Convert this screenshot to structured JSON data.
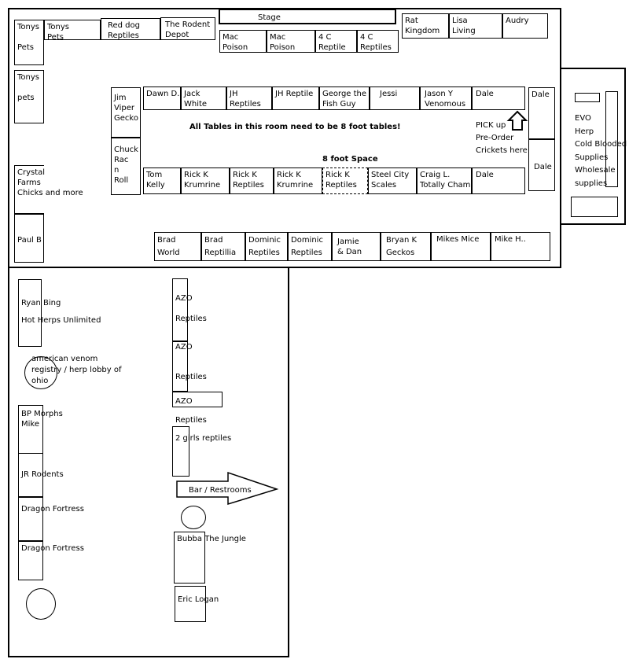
{
  "map": {
    "stage": "Stage",
    "note_tables": "All Tables in this room need to be 8 foot tables!",
    "note_space": "8 foot Space",
    "note_pickup": "PICK up\nPre-Order\nCrickets here",
    "bar_label": "Bar / Restrooms",
    "top_row": [
      "Tonys\nPets",
      "Red dog\nReptiles",
      "The Rodent\nDepot",
      "Mac\nPoison",
      "Mac\nPoison",
      "4 C\nReptile",
      "4 C\nReptiles"
    ],
    "rat_kingdom": "Rat\nKingdom",
    "lisa_living": "Lisa\nLiving\nEarth/\nRasp",
    "audry": "Audry",
    "left_wall": [
      "Tonys\n\nPets",
      "Tonys\n\npets",
      "Crystal\nFarms\nChicks and more",
      "Paul B"
    ],
    "center_left": [
      "Jim\nViper\nGecko",
      "Chuck\nRac\nn\nRoll"
    ],
    "row_a": [
      "Dawn D.",
      "Jack\nWhite",
      "JH Reptiles",
      "JH Reptile",
      "George the\nFish Guy",
      "Jessi",
      "Jason Y\nVenomous",
      "Dale"
    ],
    "row_b": [
      "Tom\nKelly",
      "Rick K\n       Krumrine",
      "Rick K\nReptiles",
      "Rick K\n       Krumrine",
      "Rick K\nReptiles",
      "Steel City\nScales",
      "Craig L.\nTotally Cham",
      "Dale"
    ],
    "dale_right": [
      "Dale",
      "Dale"
    ],
    "evo": "EVO\nHerp\nCold Blooded\nSupplies\nWholesale\nsupplies",
    "row_c": [
      "Brad\nWorld Wide",
      "Brad\nReptillia",
      "Dominic\n     Reptiles",
      "Dominic\nReptiles",
      "Jamie\n   & Dan",
      "Bryan K\nGeckos",
      "Mikes Mice",
      "Mike H.."
    ],
    "lower_left": [
      "Ryan Bing\n\nHot Herps Unlimited",
      "american venom\nregistry  / herp lobby of\nohio",
      "BP Morphs\nMike",
      "JR Rodents",
      "Dragon Fortress",
      "Dragon Fortress"
    ],
    "lower_center": [
      "AZO\n\nReptiles",
      "AZO\n\n\n\nReptiles",
      "AZO\n\nReptiles",
      "2 girls reptiles",
      "Bubba The Jungle",
      "Eric Logan"
    ]
  }
}
